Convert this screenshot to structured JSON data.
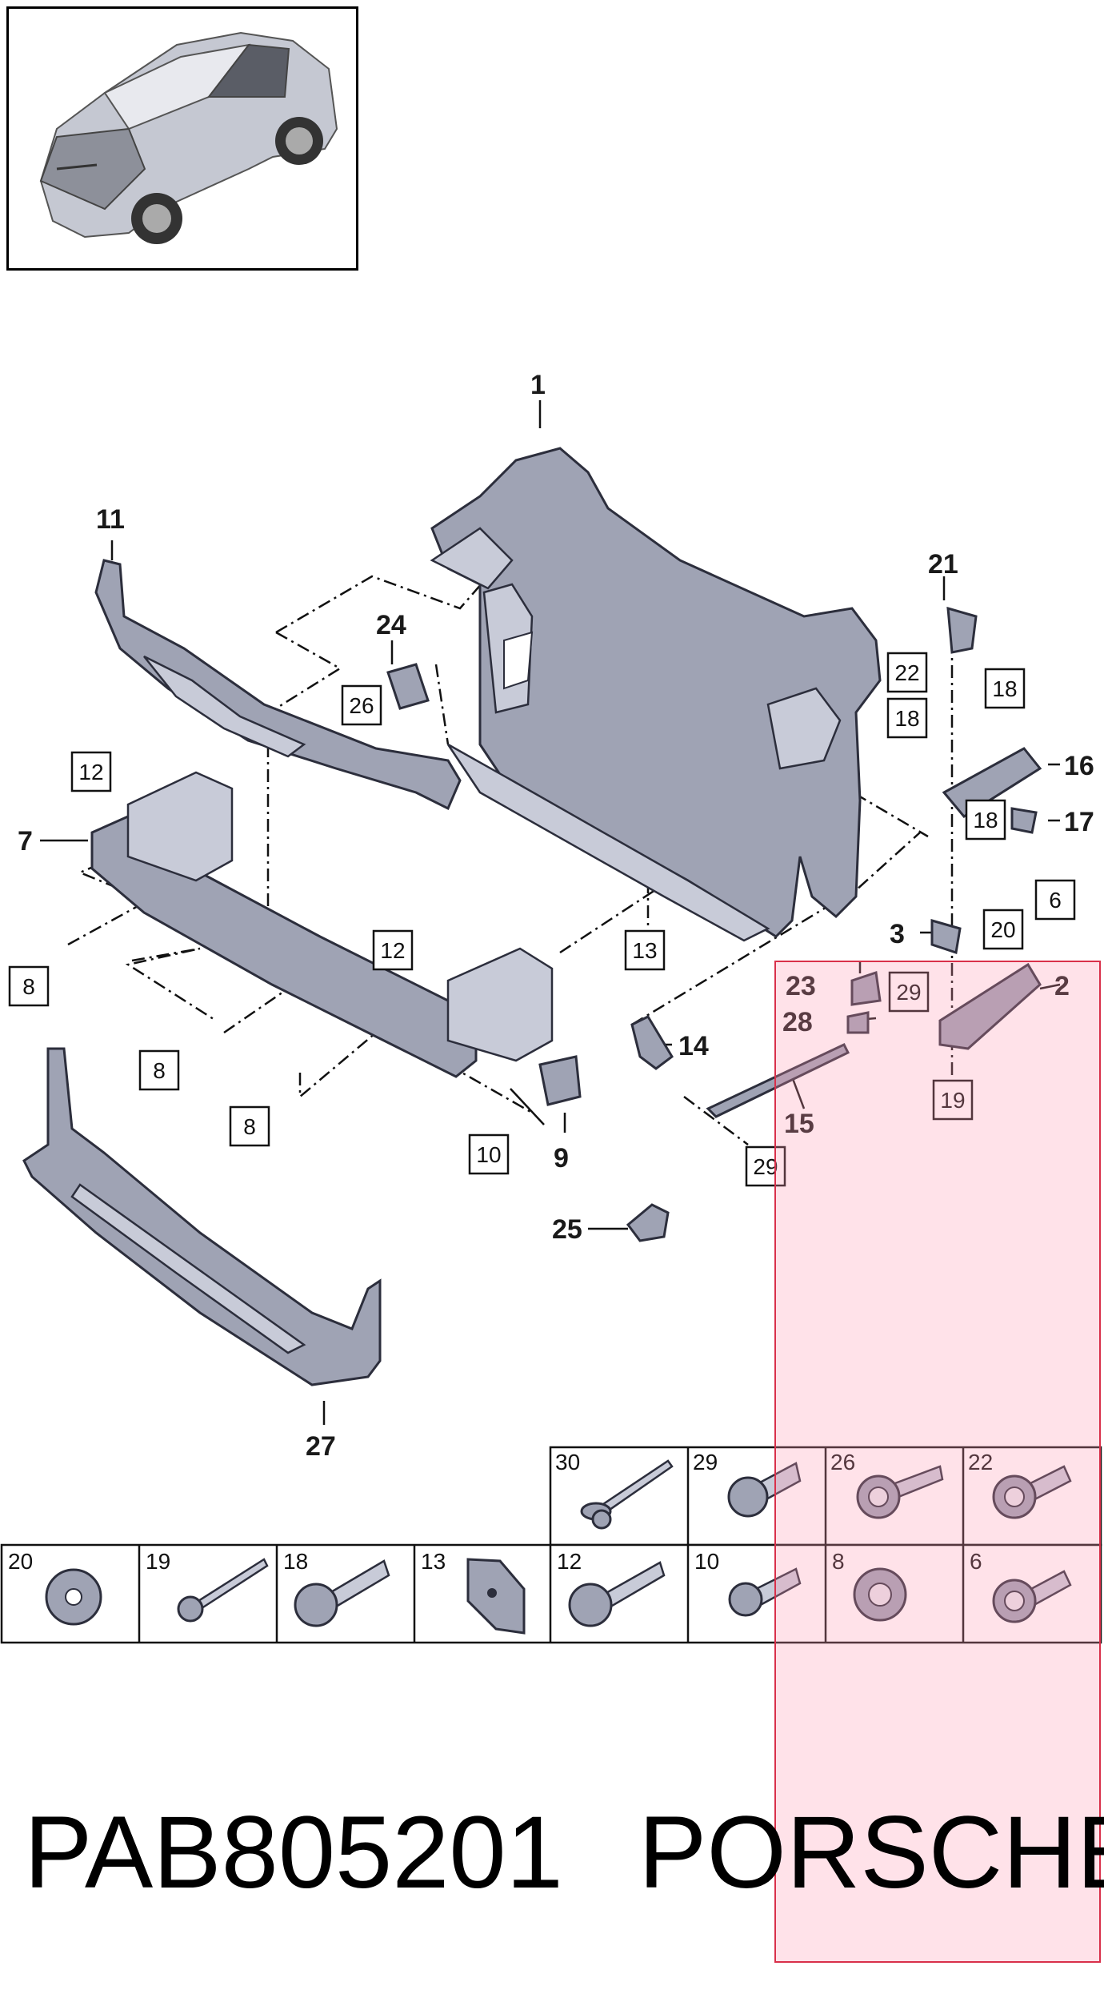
{
  "callouts": {
    "c1": "1",
    "c2": "2",
    "c3": "3",
    "c7": "7",
    "c9": "9",
    "c11": "11",
    "c14": "14",
    "c15": "15",
    "c16": "16",
    "c17": "17",
    "c21": "21",
    "c23": "23",
    "c24": "24",
    "c25": "25",
    "c27": "27",
    "c28": "28"
  },
  "boxed_refs": {
    "b12a": "12",
    "b12b": "12",
    "b8a": "8",
    "b8b": "8",
    "b8c": "8",
    "b10": "10",
    "b13": "13",
    "b26": "26",
    "b22": "22",
    "b18a": "18",
    "b18b": "18",
    "b18c": "18",
    "b6": "6",
    "b20": "20",
    "b29a": "29",
    "b29b": "29",
    "b19": "19"
  },
  "fastener_table": {
    "top_row": [
      "30",
      "29",
      "26",
      "22"
    ],
    "bottom_row": [
      "20",
      "19",
      "18",
      "13",
      "12",
      "10",
      "8",
      "6"
    ]
  },
  "footer": {
    "part_code": "PAB805201",
    "brand": "PORSCHE"
  },
  "colors": {
    "part_fill": "#9fa3b4",
    "part_stroke": "#2c2e3c",
    "highlight_overlay": "#ff96af",
    "highlight_border": "#d9304a"
  }
}
